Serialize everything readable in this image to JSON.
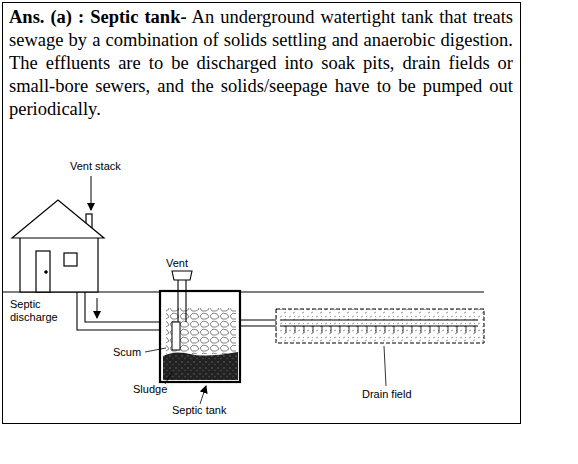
{
  "diagram": {
    "labels": [
      "Ans. (a) : Septic tank-",
      "An underground watertight tank that treats sewage by a combination of solids settling and anaerobic digestion. The effluents are to be discharged into soak pits, drain fields or small-bore sewers, and the solids/seepage have to be pumped out periodically.",
      "Vent stack",
      "Septic discharge",
      "Vent",
      "Scum",
      "Sludge",
      "Septic tank",
      "Drain field"
    ]
  }
}
